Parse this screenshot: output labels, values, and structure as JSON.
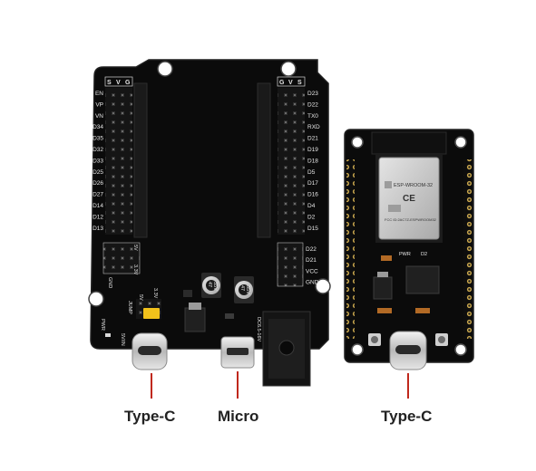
{
  "callouts": {
    "type_c_left": "Type-C",
    "micro": "Micro",
    "type_c_right": "Type-C"
  },
  "expansion_board": {
    "header_marks_left": [
      "S",
      "V",
      "G"
    ],
    "header_marks_right": [
      "G",
      "V",
      "S"
    ],
    "left_pins": [
      "EN",
      "VP",
      "VN",
      "D34",
      "D35",
      "D32",
      "D33",
      "D25",
      "D26",
      "D27",
      "D14",
      "D12",
      "D13"
    ],
    "right_pins": [
      "D23",
      "D22",
      "TX0",
      "RXD",
      "D21",
      "D19",
      "D18",
      "D5",
      "D17",
      "D16",
      "D4",
      "D2",
      "D15"
    ],
    "right_power_pins": [
      "D22",
      "D21",
      "VCC",
      "GND"
    ],
    "left_power_marks": [
      "GND",
      "3.3V",
      "5V"
    ],
    "jumper_marks": [
      "JUMP",
      "5V",
      "3.3V"
    ],
    "usb_mark": "5V/IN",
    "dc_mark": "DC6.5-16V",
    "pwr_mark": "PWR",
    "cap_marks": [
      "47",
      "35V",
      "47",
      "35V"
    ]
  },
  "devkit_board": {
    "module_text": [
      "ESP-WROOM-32",
      "CE",
      "FCC ID:2AC7Z-ESPWROOM32"
    ],
    "side_marks": [
      "PWR",
      "D2"
    ]
  },
  "colors": {
    "pcb": "#0b0b0b",
    "pcb_edge": "#1c1c1c",
    "header": "#1a1a1a",
    "pin_gold": "#d8b75a",
    "module_shield": "#c9c9c9",
    "callout_line": "#c0281c",
    "jumper": "#f2c21b"
  }
}
